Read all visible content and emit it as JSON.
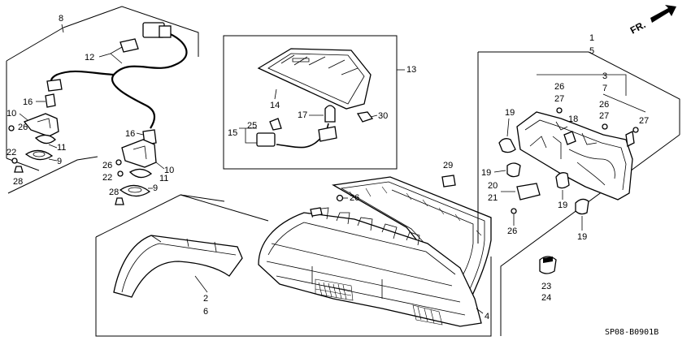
{
  "callouts": {
    "c1": "1",
    "c5": "5",
    "c3": "3",
    "c7": "7",
    "c2": "2",
    "c6": "6",
    "c4": "4",
    "c8": "8",
    "c9a": "9",
    "c9b": "9",
    "c10a": "10",
    "c10b": "10",
    "c11a": "11",
    "c11b": "11",
    "c12": "12",
    "c13": "13",
    "c14": "14",
    "c15": "15",
    "c16a": "16",
    "c16b": "16",
    "c17": "17",
    "c18": "18",
    "c19a": "19",
    "c19b": "19",
    "c19c": "19",
    "c19d": "19",
    "c20": "20",
    "c21": "21",
    "c22a": "22",
    "c22b": "22",
    "c23": "23",
    "c24": "24",
    "c25": "25",
    "c26a": "26",
    "c26b": "26",
    "c26c": "26",
    "c26d": "26",
    "c27a": "27",
    "c27b": "27",
    "c27c": "27",
    "c28a": "28",
    "c28b": "28",
    "c29": "29",
    "c30": "30"
  },
  "direction_label": "FR.",
  "diagram_code": "SP08-B0901B"
}
